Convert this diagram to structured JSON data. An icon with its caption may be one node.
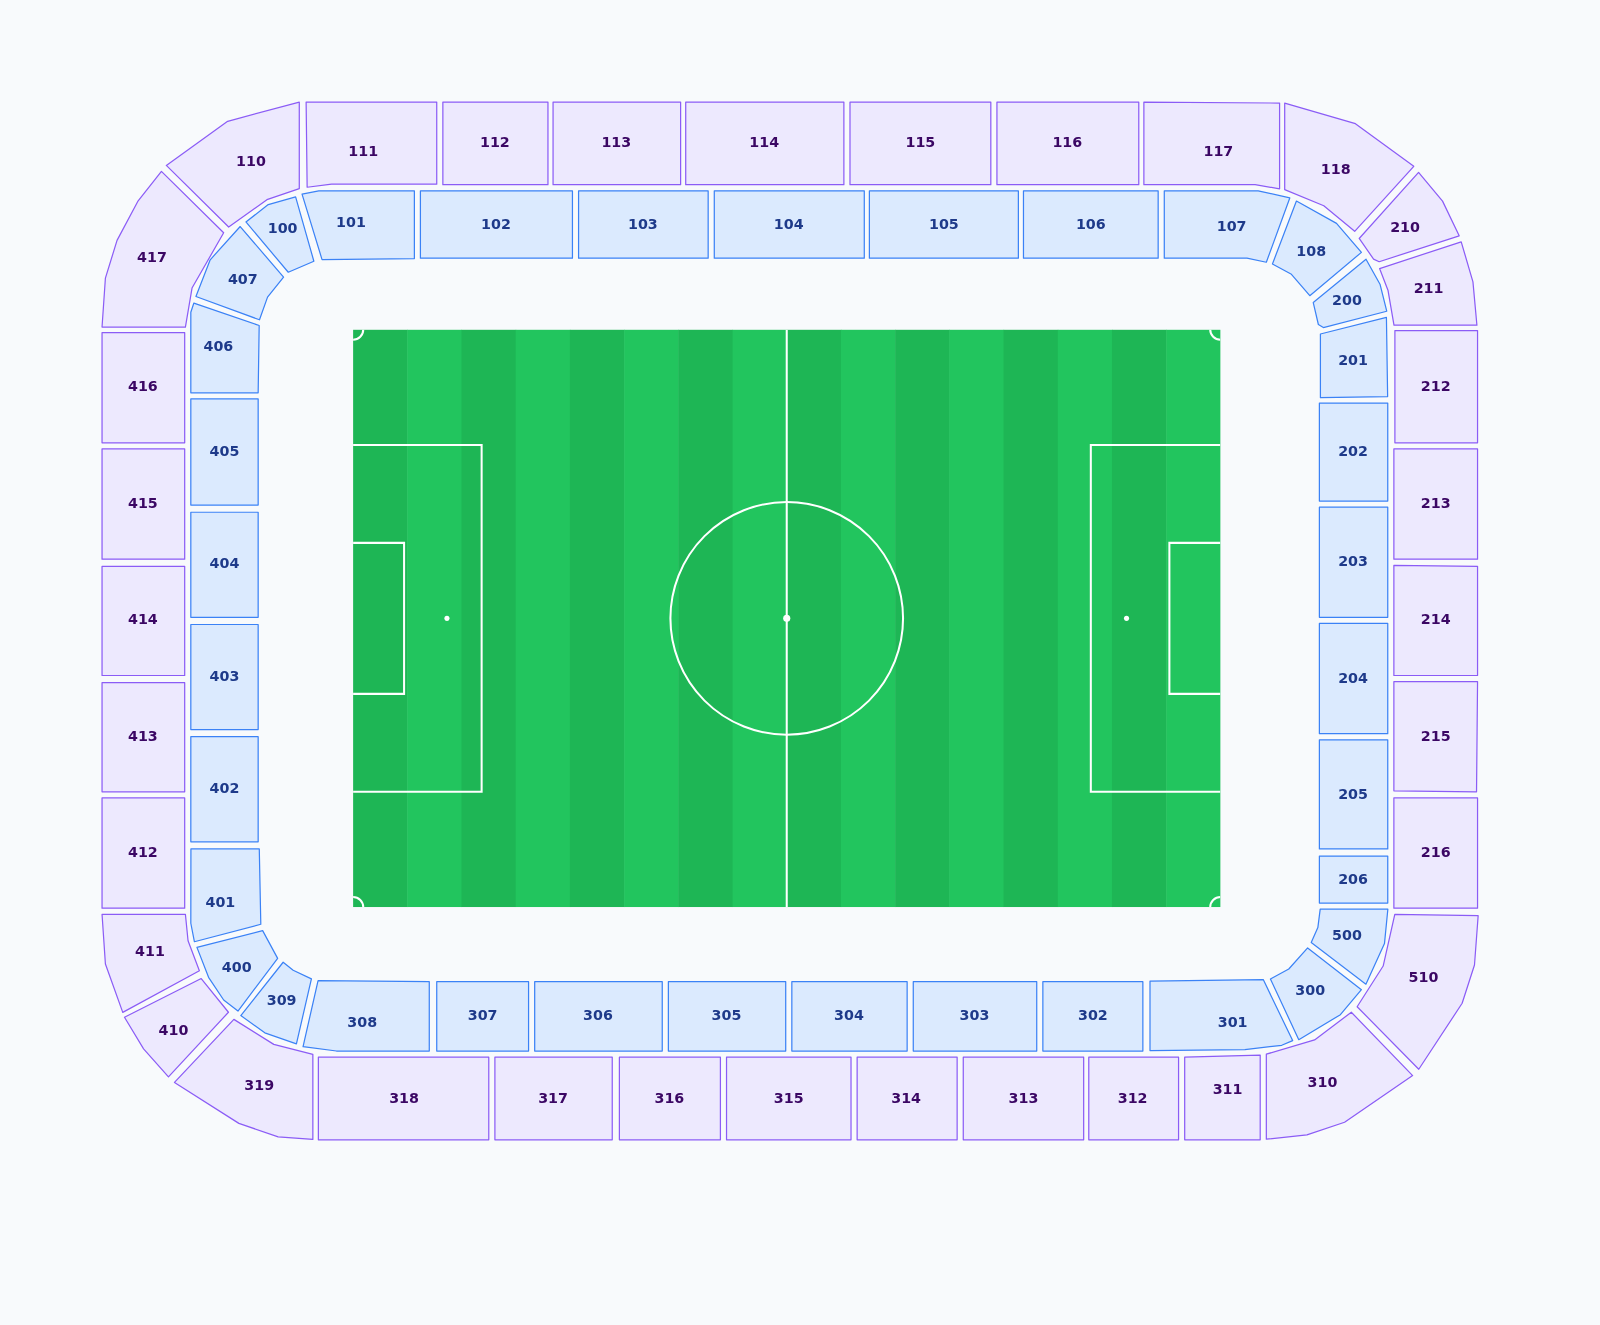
{
  "diagram": {
    "nodes": [
      {
        "text": [
          "110"
        ]
      },
      {
        "text": [
          "111"
        ]
      },
      {
        "text": [
          "112"
        ]
      },
      {
        "text": [
          "113"
        ]
      },
      {
        "text": [
          "114"
        ]
      },
      {
        "text": [
          "115"
        ]
      },
      {
        "text": [
          "116"
        ]
      },
      {
        "text": [
          "117"
        ]
      },
      {
        "text": [
          "118"
        ]
      },
      {
        "text": [
          "100"
        ]
      },
      {
        "text": [
          "101"
        ]
      },
      {
        "text": [
          "102"
        ]
      },
      {
        "text": [
          "103"
        ]
      },
      {
        "text": [
          "104"
        ]
      },
      {
        "text": [
          "105"
        ]
      },
      {
        "text": [
          "106"
        ]
      },
      {
        "text": [
          "107"
        ]
      },
      {
        "text": [
          "108"
        ]
      },
      {
        "text": [
          "210"
        ]
      },
      {
        "text": [
          "211"
        ]
      },
      {
        "text": [
          "200"
        ]
      },
      {
        "text": [
          "201"
        ]
      },
      {
        "text": [
          "212"
        ]
      },
      {
        "text": [
          "202"
        ]
      },
      {
        "text": [
          "213"
        ]
      },
      {
        "text": [
          "203"
        ]
      },
      {
        "text": [
          "214"
        ]
      },
      {
        "text": [
          "204"
        ]
      },
      {
        "text": [
          "215"
        ]
      },
      {
        "text": [
          "205"
        ]
      },
      {
        "text": [
          "216"
        ]
      },
      {
        "text": [
          "206"
        ]
      },
      {
        "text": [
          "500"
        ]
      },
      {
        "text": [
          "510"
        ]
      },
      {
        "text": [
          "300"
        ]
      },
      {
        "text": [
          "309"
        ]
      },
      {
        "text": [
          "308"
        ]
      },
      {
        "text": [
          "307"
        ]
      },
      {
        "text": [
          "306"
        ]
      },
      {
        "text": [
          "305"
        ]
      },
      {
        "text": [
          "304"
        ]
      },
      {
        "text": [
          "303"
        ]
      },
      {
        "text": [
          "302"
        ]
      },
      {
        "text": [
          "301"
        ]
      },
      {
        "text": [
          "319"
        ]
      },
      {
        "text": [
          "318"
        ]
      },
      {
        "text": [
          "317"
        ]
      },
      {
        "text": [
          "316"
        ]
      },
      {
        "text": [
          "315"
        ]
      },
      {
        "text": [
          "314"
        ]
      },
      {
        "text": [
          "313"
        ]
      },
      {
        "text": [
          "312"
        ]
      },
      {
        "text": [
          "311"
        ]
      },
      {
        "text": [
          "310"
        ]
      },
      {
        "text": [
          "407"
        ]
      },
      {
        "text": [
          "406"
        ]
      },
      {
        "text": [
          "405"
        ]
      },
      {
        "text": [
          "404"
        ]
      },
      {
        "text": [
          "403"
        ]
      },
      {
        "text": [
          "402"
        ]
      },
      {
        "text": [
          "401"
        ]
      },
      {
        "text": [
          "400"
        ]
      },
      {
        "text": [
          "417"
        ]
      },
      {
        "text": [
          "416"
        ]
      },
      {
        "text": [
          "415"
        ]
      },
      {
        "text": [
          "414"
        ]
      },
      {
        "text": [
          "413"
        ]
      },
      {
        "text": [
          "412"
        ]
      },
      {
        "text": [
          "411"
        ]
      },
      {
        "text": [
          "410"
        ]
      }
    ]
  }
}
